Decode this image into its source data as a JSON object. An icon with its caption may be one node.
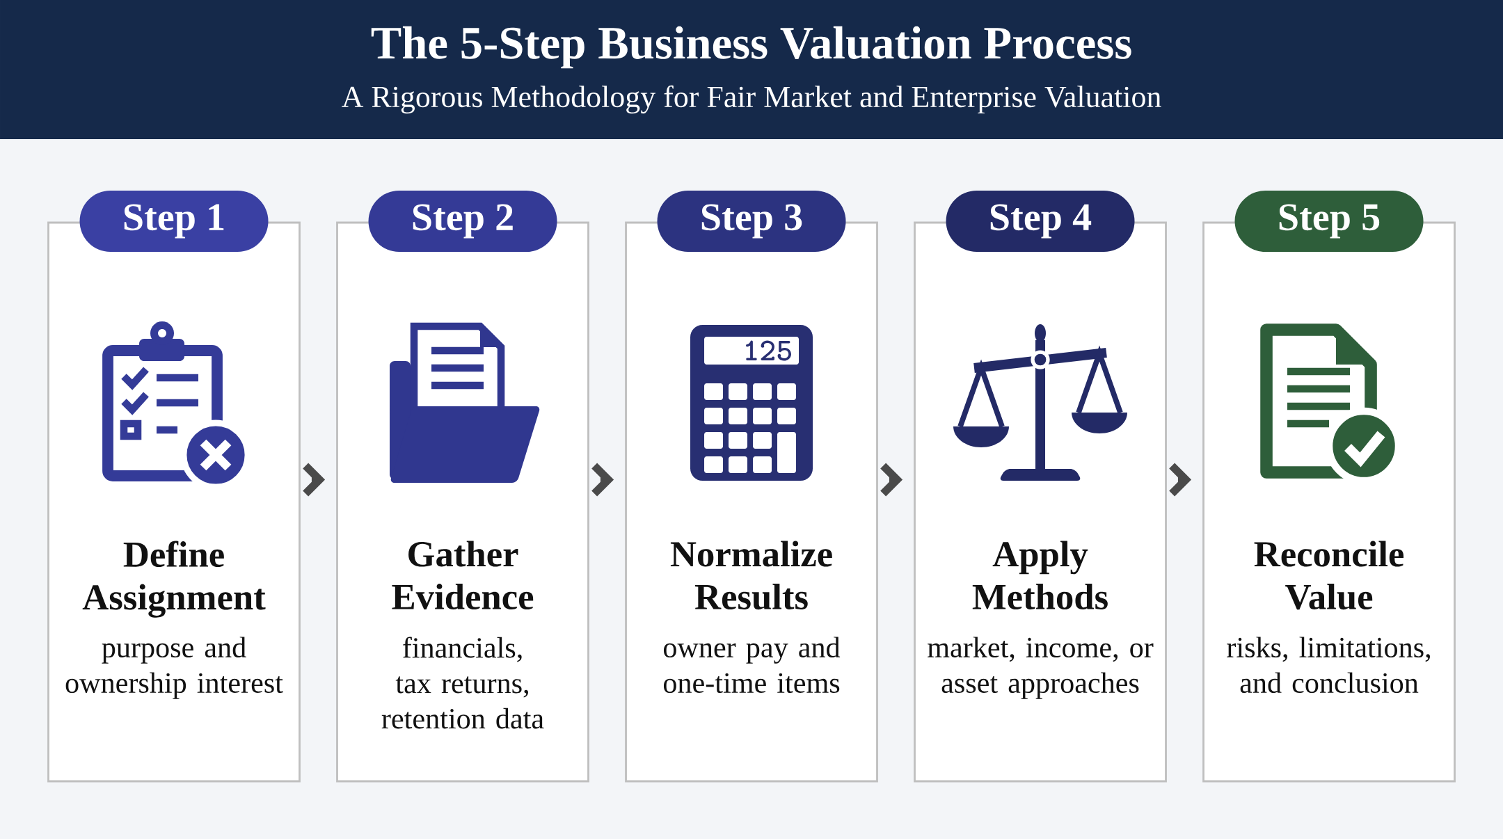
{
  "diagram": {
    "title": "The 5-Step Business Valuation Process",
    "caption": "A Rigorous Methodology for Fair Market and Enterprise Valuation",
    "nodes": [
      {
        "text": [
          "Step 1",
          "Define Assignment",
          "purpose and ownership interest"
        ]
      },
      {
        "text": [
          "Step 2",
          "Gather Evidence",
          "financials, tax returns, retention data"
        ]
      },
      {
        "text": [
          "Step 3",
          "Normalize Results",
          "owner pay and one-time items"
        ]
      },
      {
        "text": [
          "Step 4",
          "Apply Methods",
          "market, income, or asset approaches"
        ]
      },
      {
        "text": [
          "Step 5",
          "Reconcile Value",
          "risks, limitations, and conclusion"
        ]
      }
    ],
    "edges": [
      {
        "from": 0,
        "to": 1,
        "arrow": "to"
      },
      {
        "from": 1,
        "to": 2,
        "arrow": "to"
      },
      {
        "from": 2,
        "to": 3,
        "arrow": "to"
      },
      {
        "from": 3,
        "to": 4,
        "arrow": "to"
      }
    ],
    "labels": [
      "125"
    ]
  }
}
